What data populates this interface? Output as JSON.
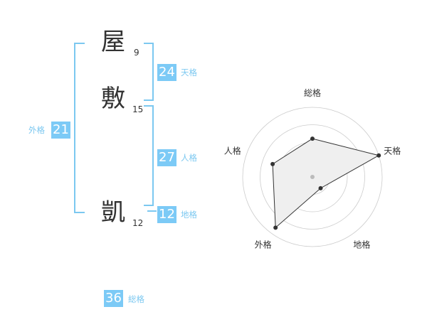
{
  "name": {
    "chars": [
      {
        "char": "屋",
        "strokes": "9"
      },
      {
        "char": "敷",
        "strokes": "15"
      },
      {
        "char": "凱",
        "strokes": "12"
      }
    ]
  },
  "fortunes": {
    "tenkaku": {
      "label": "天格",
      "value": "24"
    },
    "jinkaku": {
      "label": "人格",
      "value": "27"
    },
    "chikaku": {
      "label": "地格",
      "value": "12"
    },
    "gaikaku": {
      "label": "外格",
      "value": "21"
    },
    "soukaku": {
      "label": "総格",
      "value": "36"
    }
  },
  "chart_data": {
    "type": "radar",
    "axes": [
      "総格",
      "天格",
      "地格",
      "外格",
      "人格"
    ],
    "values": [
      0.55,
      1.0,
      0.2,
      0.9,
      0.6
    ],
    "range": [
      0,
      1
    ],
    "rings": 4,
    "colors": {
      "fill": "#efefef",
      "stroke": "#333333",
      "grid": "#cccccc",
      "center": "#bbbbbb"
    }
  }
}
